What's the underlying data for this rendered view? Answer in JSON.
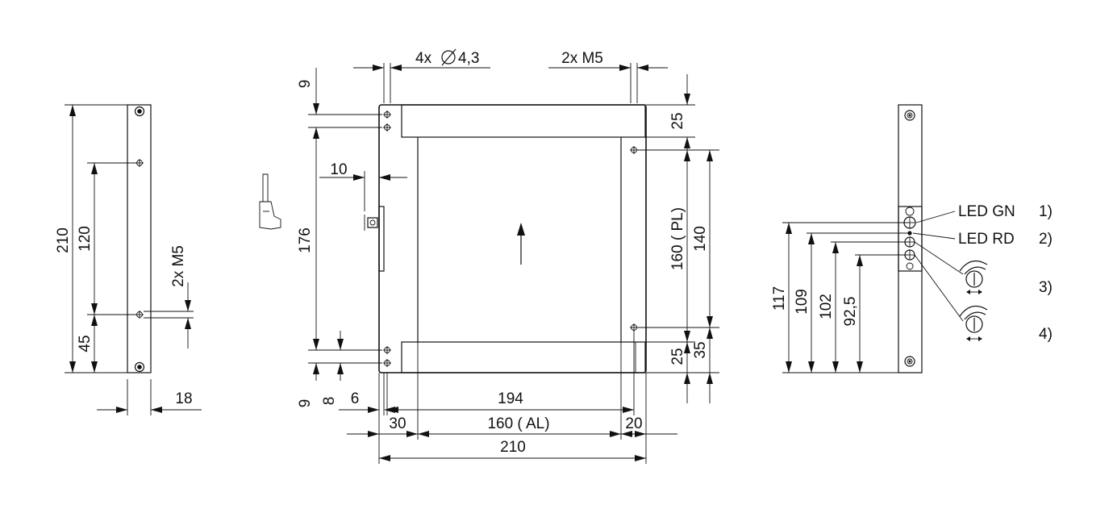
{
  "left_view": {
    "dim_210": "210",
    "dim_120": "120",
    "dim_45": "45",
    "dim_m5": "2x M5",
    "dim_18": "18"
  },
  "main_view": {
    "dim_holes": "4x",
    "dim_holes_dia": "4,3",
    "dim_m5": "2x M5",
    "dim_9_top": "9",
    "dim_176": "176",
    "dim_10": "10",
    "dim_9_bottom": "9",
    "dim_8": "8",
    "dim_6": "6",
    "dim_194": "194",
    "dim_30": "30",
    "dim_160_al": "160 ( AL)",
    "dim_20": "20",
    "dim_210": "210",
    "dim_25_top": "25",
    "dim_160_pl": "160 ( PL)",
    "dim_140": "140",
    "dim_25_bottom": "25",
    "dim_35": "35"
  },
  "right_view": {
    "dim_117": "117",
    "dim_109": "109",
    "dim_102": "102",
    "dim_92_5": "92,5",
    "led_gn": "LED GN",
    "led_rd": "LED RD",
    "note_1": "1)",
    "note_2": "2)",
    "note_3": "3)",
    "note_4": "4)"
  }
}
